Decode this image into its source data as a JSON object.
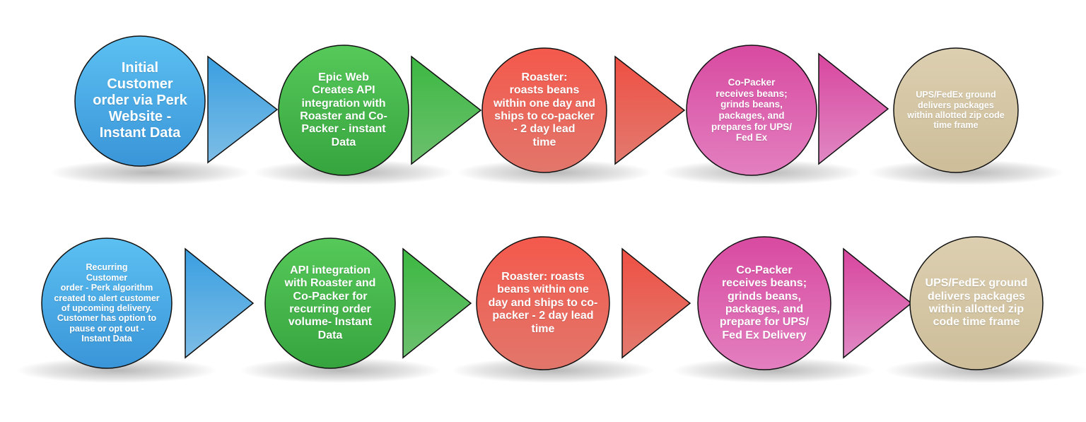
{
  "colors": {
    "blue": "#4fb0e8",
    "green": "#44b84a",
    "red": "#ef5a4e",
    "magenta": "#d44fa6",
    "tan": "#d8c9a8"
  },
  "rows": [
    {
      "steps": [
        {
          "color": "blue",
          "text": "Initial\nCustomer\norder via Perk\nWebsite -\nInstant Data"
        },
        {
          "color": "green",
          "text": "Epic Web\nCreates API\nintegration with\nRoaster and Co-\nPacker - instant\nData"
        },
        {
          "color": "red",
          "text": "Roaster:\nroasts beans\nwithin one day and\nships to co-packer\n- 2 day lead\ntime"
        },
        {
          "color": "magenta",
          "text": "Co-Packer\nreceives beans;\ngrinds beans,\npackages, and\nprepares for UPS/\nFed Ex"
        },
        {
          "color": "tan",
          "text": "UPS/FedEx ground\ndelivers packages\nwithin allotted zip code\ntime frame"
        }
      ]
    },
    {
      "steps": [
        {
          "color": "blue",
          "text": "Recurring\nCustomer\norder - Perk algorithm\ncreated to alert customer\nof upcoming delivery.\nCustomer has option to\npause or opt out -\nInstant Data"
        },
        {
          "color": "green",
          "text": "API integration\nwith Roaster and\nCo-Packer for\nrecurring order\nvolume- Instant\nData"
        },
        {
          "color": "red",
          "text": "Roaster: roasts\nbeans within one\nday and ships to co-\npacker - 2 day lead\ntime"
        },
        {
          "color": "magenta",
          "text": "Co-Packer\nreceives beans;\ngrinds beans,\npackages, and\nprepare for UPS/\nFed Ex Delivery"
        },
        {
          "color": "tan",
          "text": "UPS/FedEx ground\ndelivers packages\nwithin allotted zip\ncode time frame"
        }
      ]
    }
  ]
}
